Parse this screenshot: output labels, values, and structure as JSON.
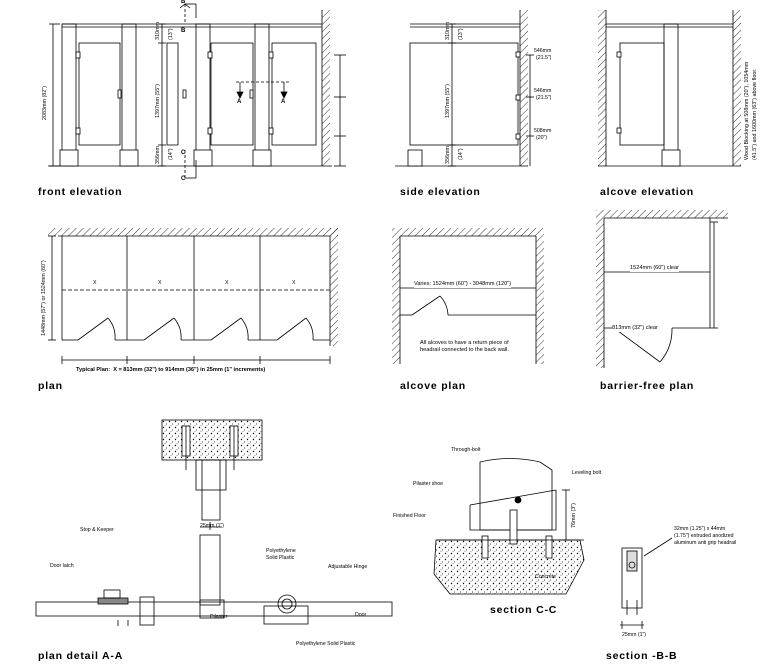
{
  "captions": {
    "front_elevation": "front elevation",
    "side_elevation": "side elevation",
    "alcove_elevation": "alcove elevation",
    "plan": "plan",
    "alcove_plan": "alcove plan",
    "barrier_free_plan": "barrier-free plan",
    "plan_detail": "plan detail A-A",
    "section_cc": "section C-C",
    "section_bb": "section -B-B"
  },
  "front": {
    "height_dim": "2083mm (82\")",
    "top_dim": "310mm",
    "top_dim_in": "(13\")",
    "mid_dim": "1397mm (55\")",
    "bot_dim": "356mm",
    "bot_dim_in": "(14\")",
    "marker_b": "B",
    "marker_c": "C",
    "marker_a": "A"
  },
  "side": {
    "top_dim": "310mm",
    "top_dim_in": "(13\")",
    "mid_dim": "1397mm (55\")",
    "bot_dim": "356mm",
    "bot_dim_in": "(14\")",
    "d1": "546mm",
    "d1_in": "(21.5\")",
    "d2": "546mm",
    "d2_in": "(21.5\")",
    "d3": "508mm",
    "d3_in": "(20\")"
  },
  "alcove_elev": {
    "note1": "Wood Blocking at 508mm (20\"), 1054mm",
    "note2": "(41.5\") and 1600mm (63\") above floor."
  },
  "plan": {
    "depth_dim": "1448mm (57\") or 1524mm (60\")",
    "x_marks": [
      "X",
      "X",
      "X",
      "X"
    ],
    "typical_label": "Typical Plan:",
    "typical_text": "X = 813mm (32\") to 914mm (36\") in 25mm (1\" increments)"
  },
  "alcove_plan": {
    "varies": "Varies: 1524mm (60\") - 3048mm (120\")",
    "note1": "All alcoves to have a return piece of",
    "note2": "headrail connected to the back wall."
  },
  "barrier_free": {
    "clear": "1524mm (60\") clear",
    "door_clear": "813mm (32\") clear"
  },
  "detail_aa": {
    "stop_keeper": "Stop & Keeper",
    "door_latch": "Door latch",
    "dim25": "25mm (1\")",
    "poly1": "Polyethylene",
    "poly2": "Solid Plastic",
    "hinge": "Adjustable Hinge",
    "pilaster": "Pilaster",
    "door": "Door",
    "poly_bottom": "Polyethylene Solid Plastic"
  },
  "section_cc": {
    "through_bolt": "Through-bolt",
    "leveling_bolt": "Leveling bolt",
    "pilaster_shoe": "Pilaster shoe",
    "finished_floor": "Finished Floor",
    "dim76": "76mm (3\")",
    "concrete": "Concrete"
  },
  "section_bb": {
    "note1": "32mm (1.25\") x 44mm",
    "note2": "(1.75\") extruded anodized",
    "note3": "aluminum anti grip headrail",
    "dim25": "25mm (1\")"
  }
}
